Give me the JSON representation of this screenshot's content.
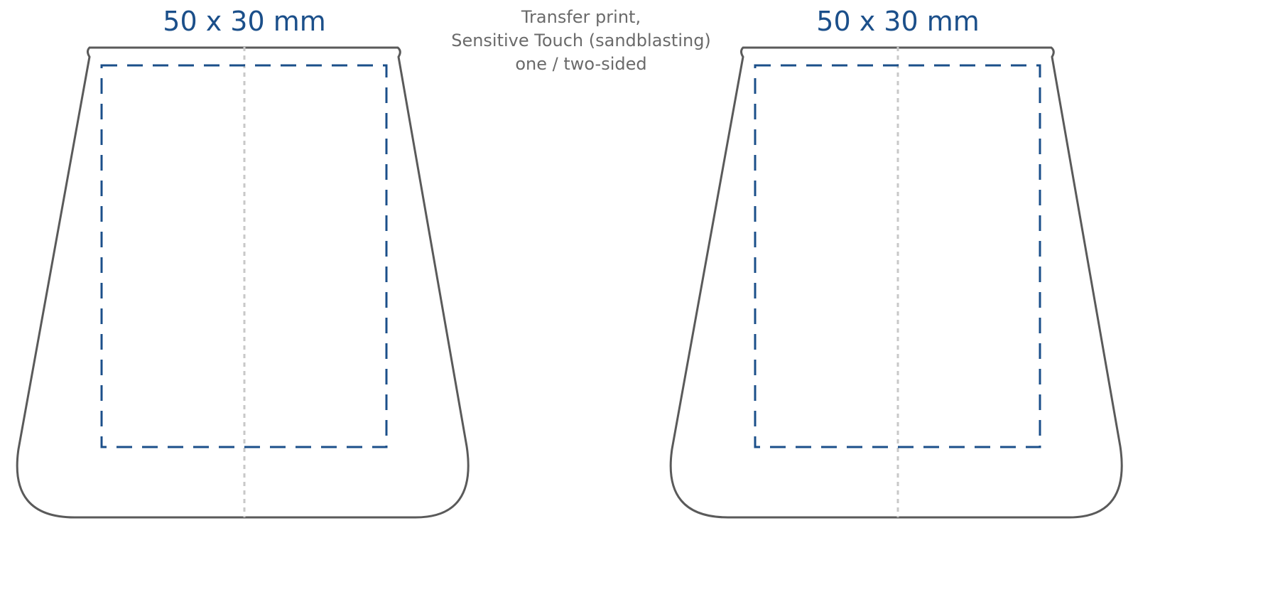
{
  "figure": {
    "left_view": {
      "dimension_label": "50 x 30 mm"
    },
    "right_view": {
      "dimension_label": "50 x 30 mm"
    },
    "print_method": {
      "lines": [
        "Transfer print,",
        "Sensitive Touch (sandblasting)",
        "one / two-sided"
      ]
    }
  },
  "colors": {
    "print_area": "#1b4f8a",
    "glass_outline": "#5a5a5a",
    "center_line": "#c8c8c8",
    "label_text": "#1b4f8a",
    "note_text": "#6a6a6a"
  }
}
